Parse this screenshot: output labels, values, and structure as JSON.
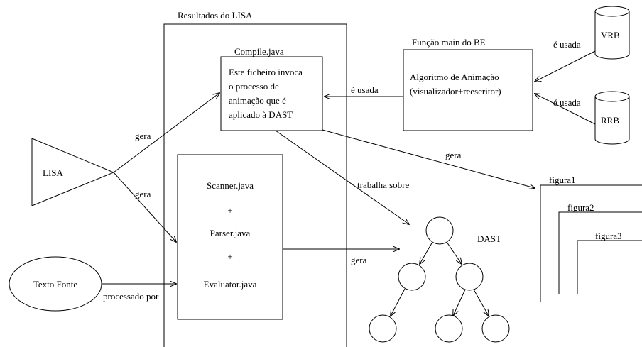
{
  "lisa_results": {
    "title": "Resultados do LISA"
  },
  "compile": {
    "title": "Compile.java",
    "lines": [
      "Este ficheiro invoca",
      "o processo de",
      "animação que é",
      "aplicado à DAST"
    ]
  },
  "main_be": {
    "title": "Função main do BE",
    "lines": [
      "Algoritmo de Animação",
      "(visualizador+reescritor)"
    ]
  },
  "databases": {
    "vrb": "VRB",
    "rrb": "RRB"
  },
  "lisa": {
    "label": "LISA"
  },
  "texto_fonte": {
    "label": "Texto Fonte"
  },
  "generated": {
    "scanner": "Scanner.java",
    "plus1": "+",
    "parser": "Parser.java",
    "plus2": "+",
    "evaluator": "Evaluator.java"
  },
  "dast": {
    "label": "DAST"
  },
  "figures": [
    "figura1",
    "figura2",
    "figura3"
  ],
  "edges": {
    "vrb_usada": "é usada",
    "rrb_usada": "é usada",
    "main_usada": "é usada",
    "lisa_gera_compile": "gera",
    "lisa_gera_generated": "gera",
    "compile_gera_fig": "gera",
    "trabalha_sobre": "trabalha sobre",
    "generated_gera_dast": "gera",
    "processado_por": "processado por"
  }
}
